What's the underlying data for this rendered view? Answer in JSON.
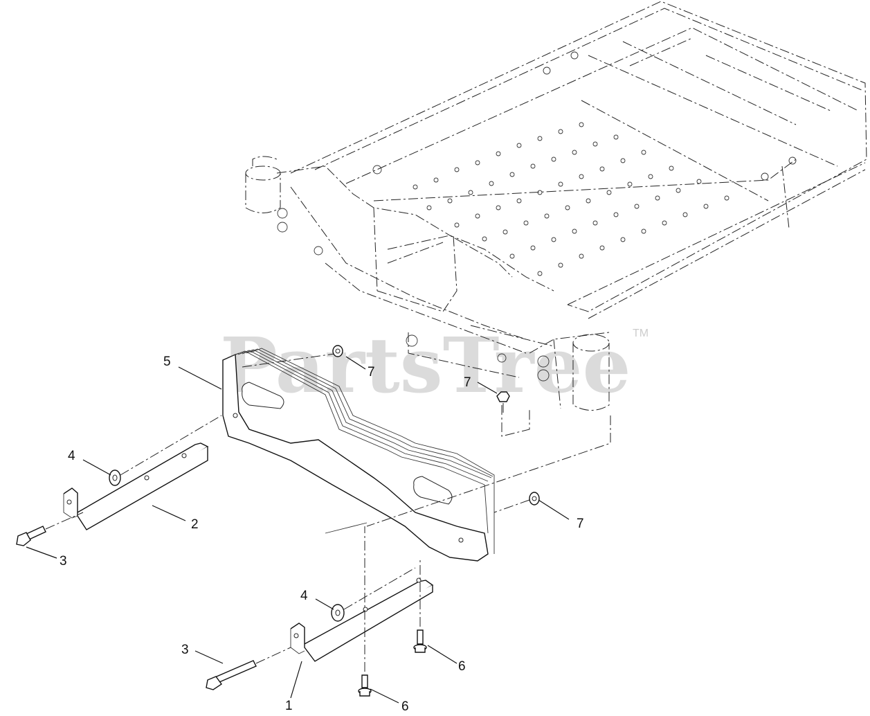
{
  "watermark": {
    "text": "PartsTree",
    "trademark": "TM"
  },
  "callouts": [
    {
      "id": "c1",
      "label": "1"
    },
    {
      "id": "c2",
      "label": "2"
    },
    {
      "id": "c3a",
      "label": "3"
    },
    {
      "id": "c3b",
      "label": "3"
    },
    {
      "id": "c4a",
      "label": "4"
    },
    {
      "id": "c4b",
      "label": "4"
    },
    {
      "id": "c5",
      "label": "5"
    },
    {
      "id": "c6a",
      "label": "6"
    },
    {
      "id": "c6b",
      "label": "6"
    },
    {
      "id": "c7a",
      "label": "7"
    },
    {
      "id": "c7b",
      "label": "7"
    },
    {
      "id": "c7c",
      "label": "7"
    }
  ]
}
